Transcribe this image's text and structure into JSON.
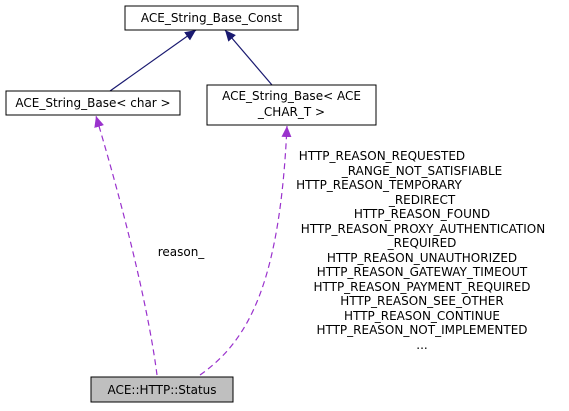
{
  "diagram": {
    "nodes": {
      "const_base": {
        "label": "ACE_String_Base_Const"
      },
      "char_base": {
        "label": "ACE_String_Base< char >"
      },
      "chart_base": {
        "line1": "ACE_String_Base< ACE",
        "line2": "_CHAR_T >"
      },
      "status": {
        "label": "ACE::HTTP::Status"
      }
    },
    "edges": {
      "char_reason_label": "reason_",
      "chart_labels": [
        "HTTP_REASON_REQUESTED",
        "_RANGE_NOT_SATISFIABLE",
        "HTTP_REASON_TEMPORARY",
        "_REDIRECT",
        "HTTP_REASON_FOUND",
        "HTTP_REASON_PROXY_AUTHENTICATION",
        "_REQUIRED",
        "HTTP_REASON_UNAUTHORIZED",
        "HTTP_REASON_GATEWAY_TIMEOUT",
        "HTTP_REASON_PAYMENT_REQUIRED",
        "HTTP_REASON_SEE_OTHER",
        "HTTP_REASON_CONTINUE",
        "HTTP_REASON_NOT_IMPLEMENTED",
        "..."
      ]
    },
    "colors": {
      "inheritance_edge": "#191970",
      "usage_edge": "#9a32cd",
      "highlight_fill": "#bfbfbf",
      "node_border": "#000000"
    }
  }
}
